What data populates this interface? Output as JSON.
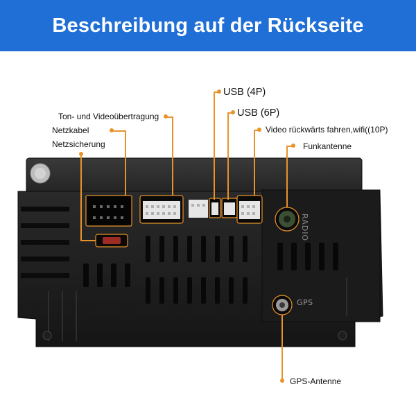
{
  "banner": {
    "title": "Beschreibung auf der Rückseite",
    "background": "#1f6fd6"
  },
  "accent_color": "#e8932a",
  "labels": {
    "usb4": "USB (4P)",
    "usb6": "USB (6P)",
    "av": "Ton- und Videoübertragung",
    "power": "Netzkabel",
    "fuse": "Netzsicherung",
    "camera": "Video rückwärts fahren,wifi((10P)",
    "radio_antenna": "Funkantenne",
    "gps_antenna": "GPS-Antenne"
  },
  "device_marks": {
    "radio": "RADIO",
    "gps": "GPS"
  },
  "icons": [
    "connector-icon",
    "antenna-port-icon",
    "fuse-icon",
    "screw-icon"
  ]
}
